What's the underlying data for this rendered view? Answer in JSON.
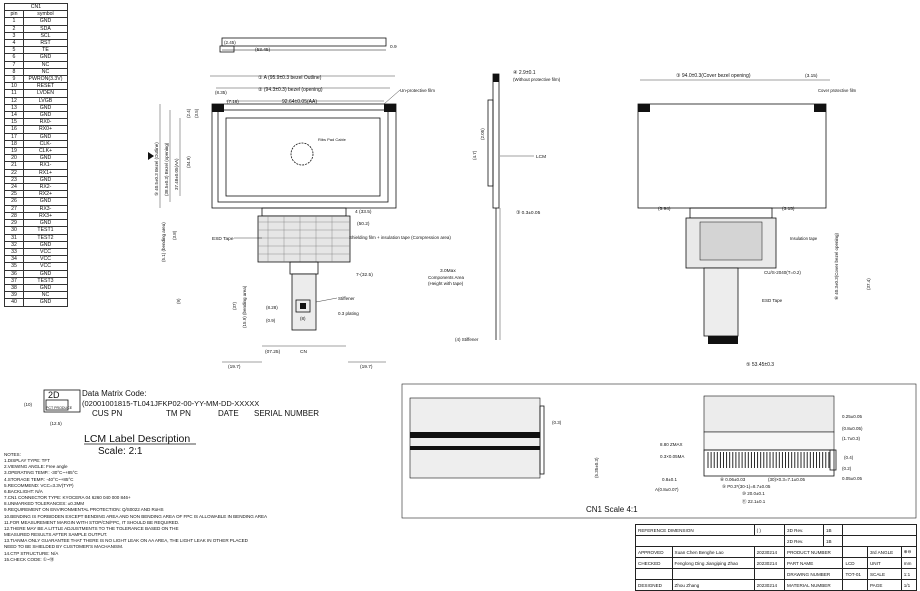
{
  "pin_table": {
    "header": "CN1",
    "subheader": [
      "pin",
      "symbol"
    ],
    "rows": [
      [
        "1",
        "GND"
      ],
      [
        "2",
        "SDA"
      ],
      [
        "3",
        "SCL"
      ],
      [
        "4",
        "RST"
      ],
      [
        "5",
        "TE"
      ],
      [
        "6",
        "GND"
      ],
      [
        "7",
        "NC"
      ],
      [
        "8",
        "NC"
      ],
      [
        "9",
        "PWRON(3.3V)"
      ],
      [
        "10",
        "RESET"
      ],
      [
        "11",
        "LVDEN"
      ],
      [
        "12",
        "LVGB"
      ],
      [
        "13",
        "GND"
      ],
      [
        "14",
        "GND"
      ],
      [
        "15",
        "RX0-"
      ],
      [
        "16",
        "RX0+"
      ],
      [
        "17",
        "GND"
      ],
      [
        "18",
        "CLK-"
      ],
      [
        "19",
        "CLK+"
      ],
      [
        "20",
        "GND"
      ],
      [
        "21",
        "RX1-"
      ],
      [
        "22",
        "RX1+"
      ],
      [
        "23",
        "GND"
      ],
      [
        "24",
        "RX2-"
      ],
      [
        "25",
        "RX2+"
      ],
      [
        "26",
        "GND"
      ],
      [
        "27",
        "RX3-"
      ],
      [
        "28",
        "RX3+"
      ],
      [
        "29",
        "GND"
      ],
      [
        "30",
        "TEST1"
      ],
      [
        "31",
        "TEST2"
      ],
      [
        "32",
        "GND"
      ],
      [
        "33",
        "VCC"
      ],
      [
        "34",
        "VCC"
      ],
      [
        "35",
        "VCC"
      ],
      [
        "36",
        "GND"
      ],
      [
        "37",
        "TEST3"
      ],
      [
        "38",
        "GND"
      ],
      [
        "39",
        "NC"
      ],
      [
        "40",
        "GND"
      ]
    ]
  },
  "front_view": {
    "dim_top_1": "① A (95.9±0.3 bezel Outline)",
    "dim_top_2": "② (94.3±0.3) bezel (opening)",
    "dim_active": "92.64±0.05(AA)",
    "dim_left_a": "(7.16)",
    "dim_left_b": "(8.35)",
    "dim_pad_top": "(2.45)",
    "dim_pad_mid": "(53.45)",
    "dim_pad_right": "0.9",
    "protective_film": "Un-protective film",
    "label_film": "Ribs Pad Cable",
    "dim_v_1": "⑤ 40.5±0.3 Bezel (Outline)",
    "dim_v_2": "(38.5±0.3) Bezel (opening)",
    "dim_v_3": "37.48±0.05(AA)",
    "dim_v_4": "(34.9)",
    "dim_v_5": "(2.4)",
    "dim_v_6": "(3.5)",
    "esd_tape": "ESD Tape",
    "shielding_film": "Shielding film + insulation tape (Compression area)",
    "dim_fpc_1": "4 (33.5)",
    "dim_fpc_2": "(50.2)",
    "dim_fpc_3": "7-(32.5)",
    "stiffener": "Stiffener",
    "dim_bend": "(5.1) (bending area)",
    "dim_bend2": "(3.8)",
    "dim_lower_a": "(15.9) (bending area)",
    "dim_lower_b": "(8.28)",
    "dim_lower_c": "(9)",
    "dim_lower_d": "(37)",
    "dim_lower_e": "(0.9)",
    "label_cn": "CN",
    "dim_cn_1": "(07.25)",
    "dim_cn_2": "(19.7)",
    "dim_cn_3": "(19.7)",
    "ip_plating": "0.3 plating",
    "fpc_w": "(8)"
  },
  "side_view": {
    "dim_top": "④ 2.9±0.1",
    "note_top": "(Without protective film)",
    "dim_l1": "(2.05)",
    "dim_l2": "(4.7)",
    "lcm": "LCM",
    "dim_mid": "③ 0.3±0.05",
    "dim_comp": "3.0Max Components Area (Height with tape)",
    "stiffener": "(4) Stiffener"
  },
  "rear_view": {
    "dim_top": "③ 94.0±0.3(Cover bezel opening)",
    "dim_right": "(3.15)",
    "film": "Cover protective film",
    "dim_left": "(5.94)",
    "dim_mid": "(3.15)",
    "insulation": "Insulation tape",
    "dim_v": "⑥ 40.3±0.3(Cover bezel opening)",
    "dim_v2": "(37.4)",
    "cu_foil": "CU/S-2040(T=0.2)",
    "esd_tape": "ESD Tape",
    "dim_bottom": "⑤ 53.45±0.3"
  },
  "label_description": {
    "code_title": "Data Matrix Code:",
    "code_value": "(02001001815-TL041JFKP02-00-YY-MM-DD-XXXXX",
    "fields": [
      "CUS PN",
      "TM PN",
      "DATE",
      "SERIAL NUMBER"
    ],
    "dm_label": "2D",
    "dm_sub": "PCT PRODUCE",
    "dim_dm_h": "(10)",
    "dim_dm_w": "(12.5)",
    "title": "LCM Label Description",
    "scale": "Scale: 2:1"
  },
  "connector_detail": {
    "title": "CN1 Scale 4:1",
    "dims": [
      "(0.3)",
      "(5.35±0.3)",
      "0.25±0.05",
      "(0.8±0.05)",
      "(1.7±0.3)",
      "8.80 ZMAX",
      "0.3×0.05MA",
      "0.8±0.1",
      "A(0.8±0.07)",
      "A(20.05±0.07)",
      "(21.30±0.07)",
      "(0.2)",
      "0.05±0.05",
      "(0.4)"
    ],
    "pitch_a": "⑧ 0.06±0.03",
    "pitch_b": "(30)×0.3=7.1±0.05",
    "pitch_c": "⑨ P0.3*(30-1)=8.7±0.05",
    "pitch_d": "⑩ 20.0±0.1",
    "pitch_e": "⑪ 22.1±0.1"
  },
  "notes": [
    "NOTES:",
    "1.DISPLAY TYPE: TFT",
    "2.VIEWING ANGLE: Free angle",
    "3.OPERATING TEMP.: -30°C~+85°C",
    "4.STORAGE TEMP.: -40°C~+85°C",
    "5.RECOMMEND: VCC=3.3V(TYP)",
    "6.BACKLIGHT: N/A",
    "7.CN1 CONNECTOR TYPE: KYOCERA 04 6260 040 000 846+",
    "8.UNMARKED TOLERANCES: ±0.3MM",
    "9.REQUIREMENT ON ENVIRONMENTAL PROTECTION: Q/S0022 AND RoHS",
    "10.BENDING IS FORBIDDEN EXCEPT BENDING AREA AND NON BENDING AREA OF FPC IS ALLOWABLE IN BENDING AREA",
    "11.FOR MEASUREMENT MARGIN WITH STOP/CN/FPC, IT SHOULD BE REQUIRED.",
    "12.THERE MAY BE A LITTLE ADJUSTMENTS TO THE TOLERANCE BASED ON THE",
    "MEASURED RESULTS AFTER SAMPLE OUTPUT.",
    "13.TIANMA ONLY GUARANTEE THAT THERE IS NO LIGHT LEAK ON AA AREA, THE LIGHT LEAK IN OTHER PLACED",
    "NEED TO BE SHIELDED BY CUSTOMER'S MACHANISM.",
    "14.CTP STRUCTURE: N/A",
    "15.CHECK CODE: ①~⑱"
  ],
  "title_block": {
    "ref_dim": "REFERENCE DIMENSION",
    "ref_paren": "( )",
    "rev_label_1": "3D Rev.",
    "rev_val_1": "1B",
    "rev_label_2": "2D Rev.",
    "rev_val_2": "1B",
    "approved": "APPROVED",
    "approved_name": "Xuan Chen Benghe Lao",
    "approved_date": "20230214",
    "product_number": "PRODUCT NUMBER",
    "third_angle": "3rd ANGLE",
    "checked": "CHECKED",
    "checked_name": "Fenglong Ding Jiangiping Zhao",
    "checked_date": "20230214",
    "part_name": "PART NAME",
    "part_val": "LCD",
    "unit": "UNIT",
    "unit_val": "mm",
    "drawing_number": "DRAWING NUMBER",
    "drawing_val": "TOT-01",
    "scale": "SCALE",
    "scale_val": "1:1",
    "designed": "DESIGNED",
    "designed_name": "Zhou Zhang",
    "designed_date": "20230214",
    "material": "MATERIAL NUMBER",
    "page": "PAGE",
    "page_val": "1/1"
  }
}
